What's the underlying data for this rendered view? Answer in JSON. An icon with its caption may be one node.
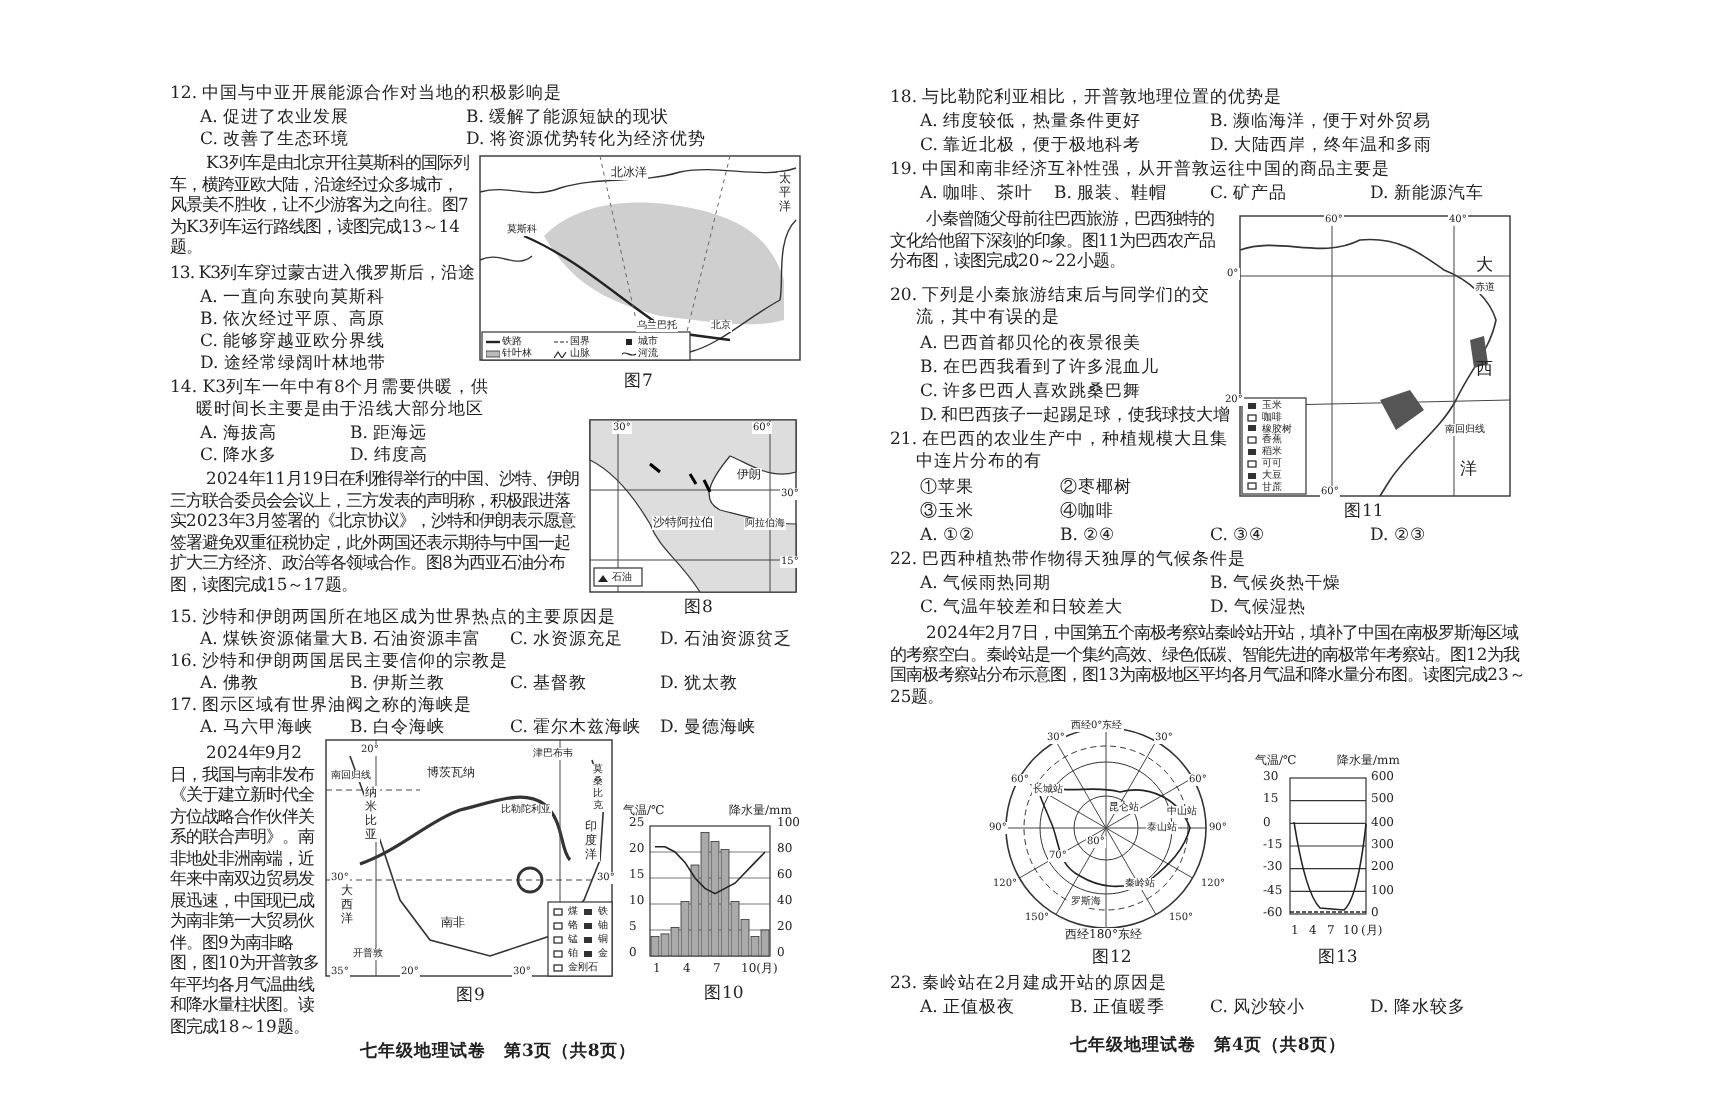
{
  "diagram": {
    "labels": [
      "12. 中国与中亚开展能源合作对当地的积极影响是",
      "A. 促进了农业发展",
      "B. 缓解了能源短缺的现状",
      "C. 改善了生态环境",
      "D. 将资源优势转化为经济优势",
      "K3列车是由北京开往莫斯科的国际列车，横跨亚欧大陆，沿途经过众多城市，风景美不胜收，让不少游客为之向往。图7为K3列车运行路线图，读图完成13～14题。",
      "13. K3列车穿过蒙古进入俄罗斯后，沿途",
      "A. 一直向东驶向莫斯科",
      "B. 依次经过平原、高原",
      "C. 能够穿越亚欧分界线",
      "D. 途经常绿阔叶林地带",
      "北冰洋",
      "太平洋",
      "莫斯科",
      "乌兰巴托",
      "北京",
      "图7",
      "14. K3列车一年中有8个月需要供暖，供暖时间长主要是由于沿线大部分地区",
      "A. 海拔高",
      "B. 距海远",
      "C. 降水多",
      "D. 纬度高",
      "2024年11月19日在利雅得举行的中国、沙特、伊朗三方联合委员会会议上，三方发表的声明称，积极跟进落实2023年3月签署的《北京协议》，沙特和伊朗表示愿意签署避免双重征税协定，此外两国还表示期待与中国一起扩大三方经济、政治等各领域合作。图8为西亚石油分布图，读图完成15～17题。",
      "30°",
      "60°",
      "伊朗",
      "30°",
      "沙特阿拉伯",
      "阿拉伯海",
      "15°",
      "图8",
      "15. 沙特和伊朗两国所在地区成为世界热点的主要原因是",
      "A. 煤铁资源储量大",
      "B. 石油资源丰富",
      "C. 水资源充足",
      "D. 石油资源贫乏",
      "16. 沙特和伊朗两国居民主要信仰的宗教是",
      "A. 佛教",
      "B. 伊斯兰教",
      "C. 基督教",
      "D. 犹太教",
      "17. 图示区域有世界油阀之称的海峡是",
      "A. 马六甲海峡",
      "B. 白令海峡",
      "C. 霍尔木兹海峡",
      "D. 曼德海峡",
      "2024年9月2日，我国与南非发布《关于建立新时代全方位战略合作伙伴关系的联合声明》。南非地处非洲南端，近年来中南双边贸易发展迅速，中国现已成为南非第一大贸易伙伴。图9为南非略图，图10为开普敦多年平均各月气温曲线和降水量柱状图。读图完成18～19题。",
      "20°",
      "南回归线",
      "博茨瓦纳",
      "津巴布韦",
      "莫桑比克",
      "纳米比亚",
      "比勒陀利亚",
      "30°",
      "印度洋",
      "30°",
      "大西洋",
      "南非",
      "开普敦",
      "35°",
      "20°",
      "30°",
      "图9",
      "气温/℃",
      "降水量/mm",
      "25",
      "20",
      "15",
      "10",
      "5",
      "0",
      "100",
      "80",
      "60",
      "40",
      "20",
      "0",
      "1",
      "4",
      "7",
      "10(月)",
      "图10",
      "七年级地理试卷　第3页（共8页）",
      "18. 与比勒陀利亚相比，开普敦地理位置的优势是",
      "A. 纬度较低，热量条件更好",
      "B. 濒临海洋，便于对外贸易",
      "C. 靠近北极，便于极地科考",
      "D. 大陆西岸，终年温和多雨",
      "19. 中国和南非经济互补性强，从开普敦运往中国的商品主要是",
      "A. 咖啡、茶叶",
      "B. 服装、鞋帽",
      "C. 矿产品",
      "D. 新能源汽车",
      "小秦曾随父母前往巴西旅游，巴西独特的文化给他留下深刻的印象。图11为巴西农产品分布图，读图完成20～22小题。",
      "20. 下列是小秦旅游结束后与同学们的交流，其中有误的是",
      "A. 巴西首都贝伦的夜景很美",
      "B. 在巴西我看到了许多混血儿",
      "C. 许多巴西人喜欢跳桑巴舞",
      "D. 和巴西孩子一起踢足球，使我球技大增",
      "60°",
      "40°",
      "0°",
      "大",
      "赤道",
      "西",
      "20°",
      "南回归线",
      "洋",
      "60°",
      "图11",
      "21. 在巴西的农业生产中，种植规模大且集中连片分布的有",
      "①苹果",
      "②枣椰树",
      "③玉米",
      "④咖啡",
      "A. ①②",
      "B. ②④",
      "C. ③④",
      "D. ②③",
      "22. 巴西种植热带作物得天独厚的气候条件是",
      "A. 气候雨热同期",
      "B. 气候炎热干燥",
      "C. 气温年较差和日较差大",
      "D. 气候湿热",
      "2024年2月7日，中国第五个南极考察站秦岭站开站，填补了中国在南极罗斯海区域的考察空白。秦岭站是一个集约高效、绿色低碳、智能先进的南极常年考察站。图12为我国南极考察站分布示意图，图13为南极地区平均各月气温和降水量分布图。读图完成23～25题。",
      "西经0°东经",
      "30°",
      "30°",
      "60°",
      "长城站",
      "60°",
      "90°",
      "昆仑站",
      "中山站",
      "泰山站",
      "80°",
      "90°",
      "70°",
      "120°",
      "秦岭站",
      "罗斯海",
      "120°",
      "150°",
      "150°",
      "西经180°东经",
      "图12",
      "气温/℃",
      "降水量/mm",
      "30",
      "15",
      "0",
      "-15",
      "-30",
      "-45",
      "-60",
      "600",
      "500",
      "400",
      "300",
      "200",
      "100",
      "0",
      "1",
      "4",
      "7",
      "10",
      "(月)",
      "图13",
      "23. 秦岭站在2月建成开站的原因是",
      "A. 正值极夜",
      "B. 正值暖季",
      "C. 风沙较小",
      "D. 降水较多",
      "七年级地理试卷　第4页（共8页）"
    ],
    "legend": [
      {
        "text": "铁路"
      },
      {
        "text": "国界"
      },
      {
        "text": "城市"
      },
      {
        "text": "针叶林"
      },
      {
        "text": "山脉"
      },
      {
        "text": "河流"
      },
      {
        "text": "石油"
      },
      {
        "text": "煤"
      },
      {
        "text": "铁"
      },
      {
        "text": "铬"
      },
      {
        "text": "铀"
      },
      {
        "text": "锰"
      },
      {
        "text": "铜"
      },
      {
        "text": "铂"
      },
      {
        "text": "金"
      },
      {
        "text": "金刚石"
      },
      {
        "text": "玉米"
      },
      {
        "text": "咖啡"
      },
      {
        "text": "橡胶树"
      },
      {
        "text": "香蕉"
      },
      {
        "text": "稻米"
      },
      {
        "text": "可可"
      },
      {
        "text": "大豆"
      },
      {
        "text": "甘蔗"
      }
    ]
  }
}
